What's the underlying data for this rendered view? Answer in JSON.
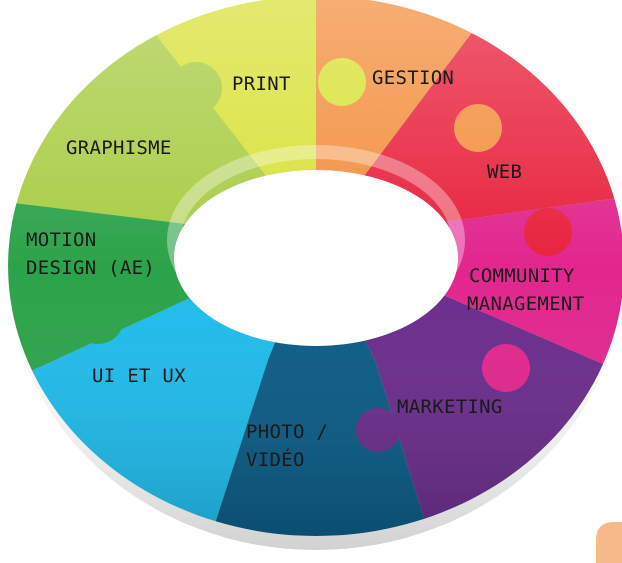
{
  "segments": [
    {
      "id": "print",
      "label_lines": [
        "PRINT"
      ],
      "color": "#d9e23a"
    },
    {
      "id": "gestion",
      "label_lines": [
        "GESTION"
      ],
      "color": "#f3903f"
    },
    {
      "id": "web",
      "label_lines": [
        "WEB"
      ],
      "color": "#e8223d"
    },
    {
      "id": "community",
      "label_lines": [
        "COMMUNITY",
        "MANAGEMENT"
      ],
      "color": "#e2268e"
    },
    {
      "id": "marketing",
      "label_lines": [
        "MARKETING"
      ],
      "color": "#6a2c8c"
    },
    {
      "id": "photo",
      "label_lines": [
        "PHOTO /",
        "VIDÉO"
      ],
      "color": "#0a5b86"
    },
    {
      "id": "uiux",
      "label_lines": [
        "UI ET UX"
      ],
      "color": "#1fbcec"
    },
    {
      "id": "motion",
      "label_lines": [
        "MOTION",
        "DESIGN (AE)"
      ],
      "color": "#2ca34a"
    },
    {
      "id": "graphisme",
      "label_lines": [
        "GRAPHISME"
      ],
      "color": "#a9cd45"
    }
  ]
}
